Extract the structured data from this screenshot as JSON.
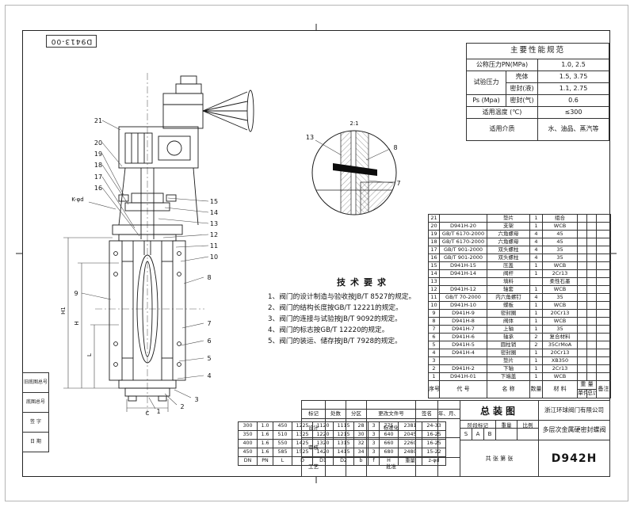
{
  "sheet": {
    "corner_code": "D9413-00"
  },
  "tech": {
    "title": "技术要求",
    "items": [
      "1、阀门的设计制造与验收按JB/T 8527的规定。",
      "2、阀门的结构长度按GB/T 12221的规定。",
      "3、阀门的连接与试验按JB/T 9092的规定。",
      "4、阀门的标志按GB/T 12220的规定。",
      "5、阀门的装运、储存按JB/T 7928的规定。"
    ]
  },
  "performance": {
    "title": "主要性能规范",
    "pn_label": "公称压力PN(MPa)",
    "pn_value": "1.0, 2.5",
    "test_label": "试验压力",
    "ps_label": "Ps (Mpa)",
    "shell_label": "壳体",
    "shell_value": "1.5, 3.75",
    "seal_liquid_label": "密封(液)",
    "seal_liquid_value": "1.1, 2.75",
    "seal_gas_label": "密封(气)",
    "seal_gas_value": "0.6",
    "temp_label": "适用温度 (℃)",
    "temp_value": "≤300",
    "medium_label": "适用介质",
    "medium_value": "水、油品、蒸汽等"
  },
  "parts": {
    "headers": {
      "no": "序号",
      "code": "代 号",
      "name": "名 称",
      "qty": "数量",
      "material": "材 料",
      "weight": "重 量",
      "unit": "单件",
      "total": "总计",
      "remark": "备注"
    },
    "rows": [
      [
        "21",
        "",
        "垫片",
        "1",
        "组合",
        "",
        "",
        ""
      ],
      [
        "20",
        "D941H-20",
        "支架",
        "1",
        "WCB",
        "",
        "",
        ""
      ],
      [
        "19",
        "GB/T 6170-2000",
        "六角螺母",
        "4",
        "45",
        "",
        "",
        ""
      ],
      [
        "18",
        "GB/T 6170-2000",
        "六角螺母",
        "4",
        "45",
        "",
        "",
        ""
      ],
      [
        "17",
        "GB/T 901-2000",
        "双头螺柱",
        "4",
        "35",
        "",
        "",
        ""
      ],
      [
        "16",
        "GB/T 901-2000",
        "双头螺柱",
        "4",
        "35",
        "",
        "",
        ""
      ],
      [
        "15",
        "D941H-15",
        "压盖",
        "1",
        "WCB",
        "",
        "",
        ""
      ],
      [
        "14",
        "D941H-14",
        "阀杆",
        "1",
        "2Cr13",
        "",
        "",
        ""
      ],
      [
        "13",
        "",
        "填料",
        "",
        "柔性石墨",
        "",
        "",
        ""
      ],
      [
        "12",
        "D941H-12",
        "轴套",
        "1",
        "WCB",
        "",
        "",
        ""
      ],
      [
        "11",
        "GB/T 70-2000",
        "内六角螺钉",
        "4",
        "35",
        "",
        "",
        ""
      ],
      [
        "10",
        "D941H-10",
        "蝶板",
        "1",
        "WCB",
        "",
        "",
        ""
      ],
      [
        "9",
        "D941H-9",
        "密封圈",
        "1",
        "20Cr13",
        "",
        "",
        ""
      ],
      [
        "8",
        "D941H-8",
        "阀体",
        "1",
        "WCB",
        "",
        "",
        ""
      ],
      [
        "7",
        "D941H-7",
        "上轴",
        "1",
        "35",
        "",
        "",
        ""
      ],
      [
        "6",
        "D941H-6",
        "轴承",
        "2",
        "复合材料",
        "",
        "",
        ""
      ],
      [
        "5",
        "D941H-5",
        "圆柱销",
        "2",
        "35CrMoA",
        "",
        "",
        ""
      ],
      [
        "4",
        "D941H-4",
        "密封圈",
        "1",
        "20Cr13",
        "",
        "",
        ""
      ],
      [
        "3",
        "",
        "垫片",
        "1",
        "XB350",
        "",
        "",
        ""
      ],
      [
        "2",
        "D941H-2",
        "下轴",
        "1",
        "2Cr13",
        "",
        "",
        ""
      ],
      [
        "1",
        "D941H-01",
        "下端盖",
        "1",
        "WCB",
        "",
        "",
        ""
      ]
    ]
  },
  "dims_table": {
    "rows": [
      [
        "300",
        "1.0",
        "450",
        "1225",
        "1120",
        "1115",
        "28",
        "3",
        "775",
        "2381",
        "24-33"
      ],
      [
        "350",
        "1.6",
        "510",
        "1325",
        "1220",
        "1215",
        "30",
        "3",
        "640",
        "2045",
        "16-25"
      ],
      [
        "400",
        "1.6",
        "550",
        "1425",
        "1320",
        "1315",
        "32",
        "3",
        "660",
        "2260",
        "16-25"
      ],
      [
        "450",
        "1.6",
        "585",
        "1525",
        "1420",
        "1415",
        "34",
        "3",
        "680",
        "2480",
        "15-22"
      ],
      [
        "DN",
        "PN",
        "L",
        "D",
        "D1",
        "D2",
        "b",
        "f",
        "H",
        "重量",
        "z-φd"
      ]
    ]
  },
  "title_block": {
    "doc_type": "总装图",
    "company": "浙江环球阀门有限公司",
    "product": "多层次金属硬密封蝶阀",
    "drawing_no": "D942H",
    "stage_marks": [
      "S",
      "A",
      "B"
    ],
    "sheets": "共 张  第 张",
    "labels": {
      "mark": "标记",
      "count": "处数",
      "zone": "分区",
      "change_doc": "更改文件号",
      "sign": "签名",
      "date": "年、月、日",
      "design": "设计",
      "check": "审核",
      "process": "工艺",
      "standard": "标准化",
      "approve": "批准",
      "stage": "阶段标记",
      "weight": "重量",
      "scale": "比例"
    }
  },
  "side_labels": {
    "old_base_no": "旧底图总号",
    "base_no": "底图总号",
    "sign": "签 字",
    "date": "日 期"
  },
  "drawing": {
    "callouts_left": [
      "21",
      "20",
      "19",
      "18",
      "17",
      "16"
    ],
    "callouts_right": [
      "15",
      "14",
      "13",
      "12",
      "11",
      "10"
    ],
    "callouts_lower": [
      "9",
      "8",
      "7",
      "6",
      "5",
      "4",
      "3",
      "2",
      "1"
    ],
    "detail_callouts": [
      "13",
      "8",
      "7"
    ],
    "detail_scale": "2:1",
    "dim_labels": {
      "h1": "H1",
      "h": "H",
      "l": "L",
      "c": "C",
      "bolt": "K-φd"
    }
  }
}
